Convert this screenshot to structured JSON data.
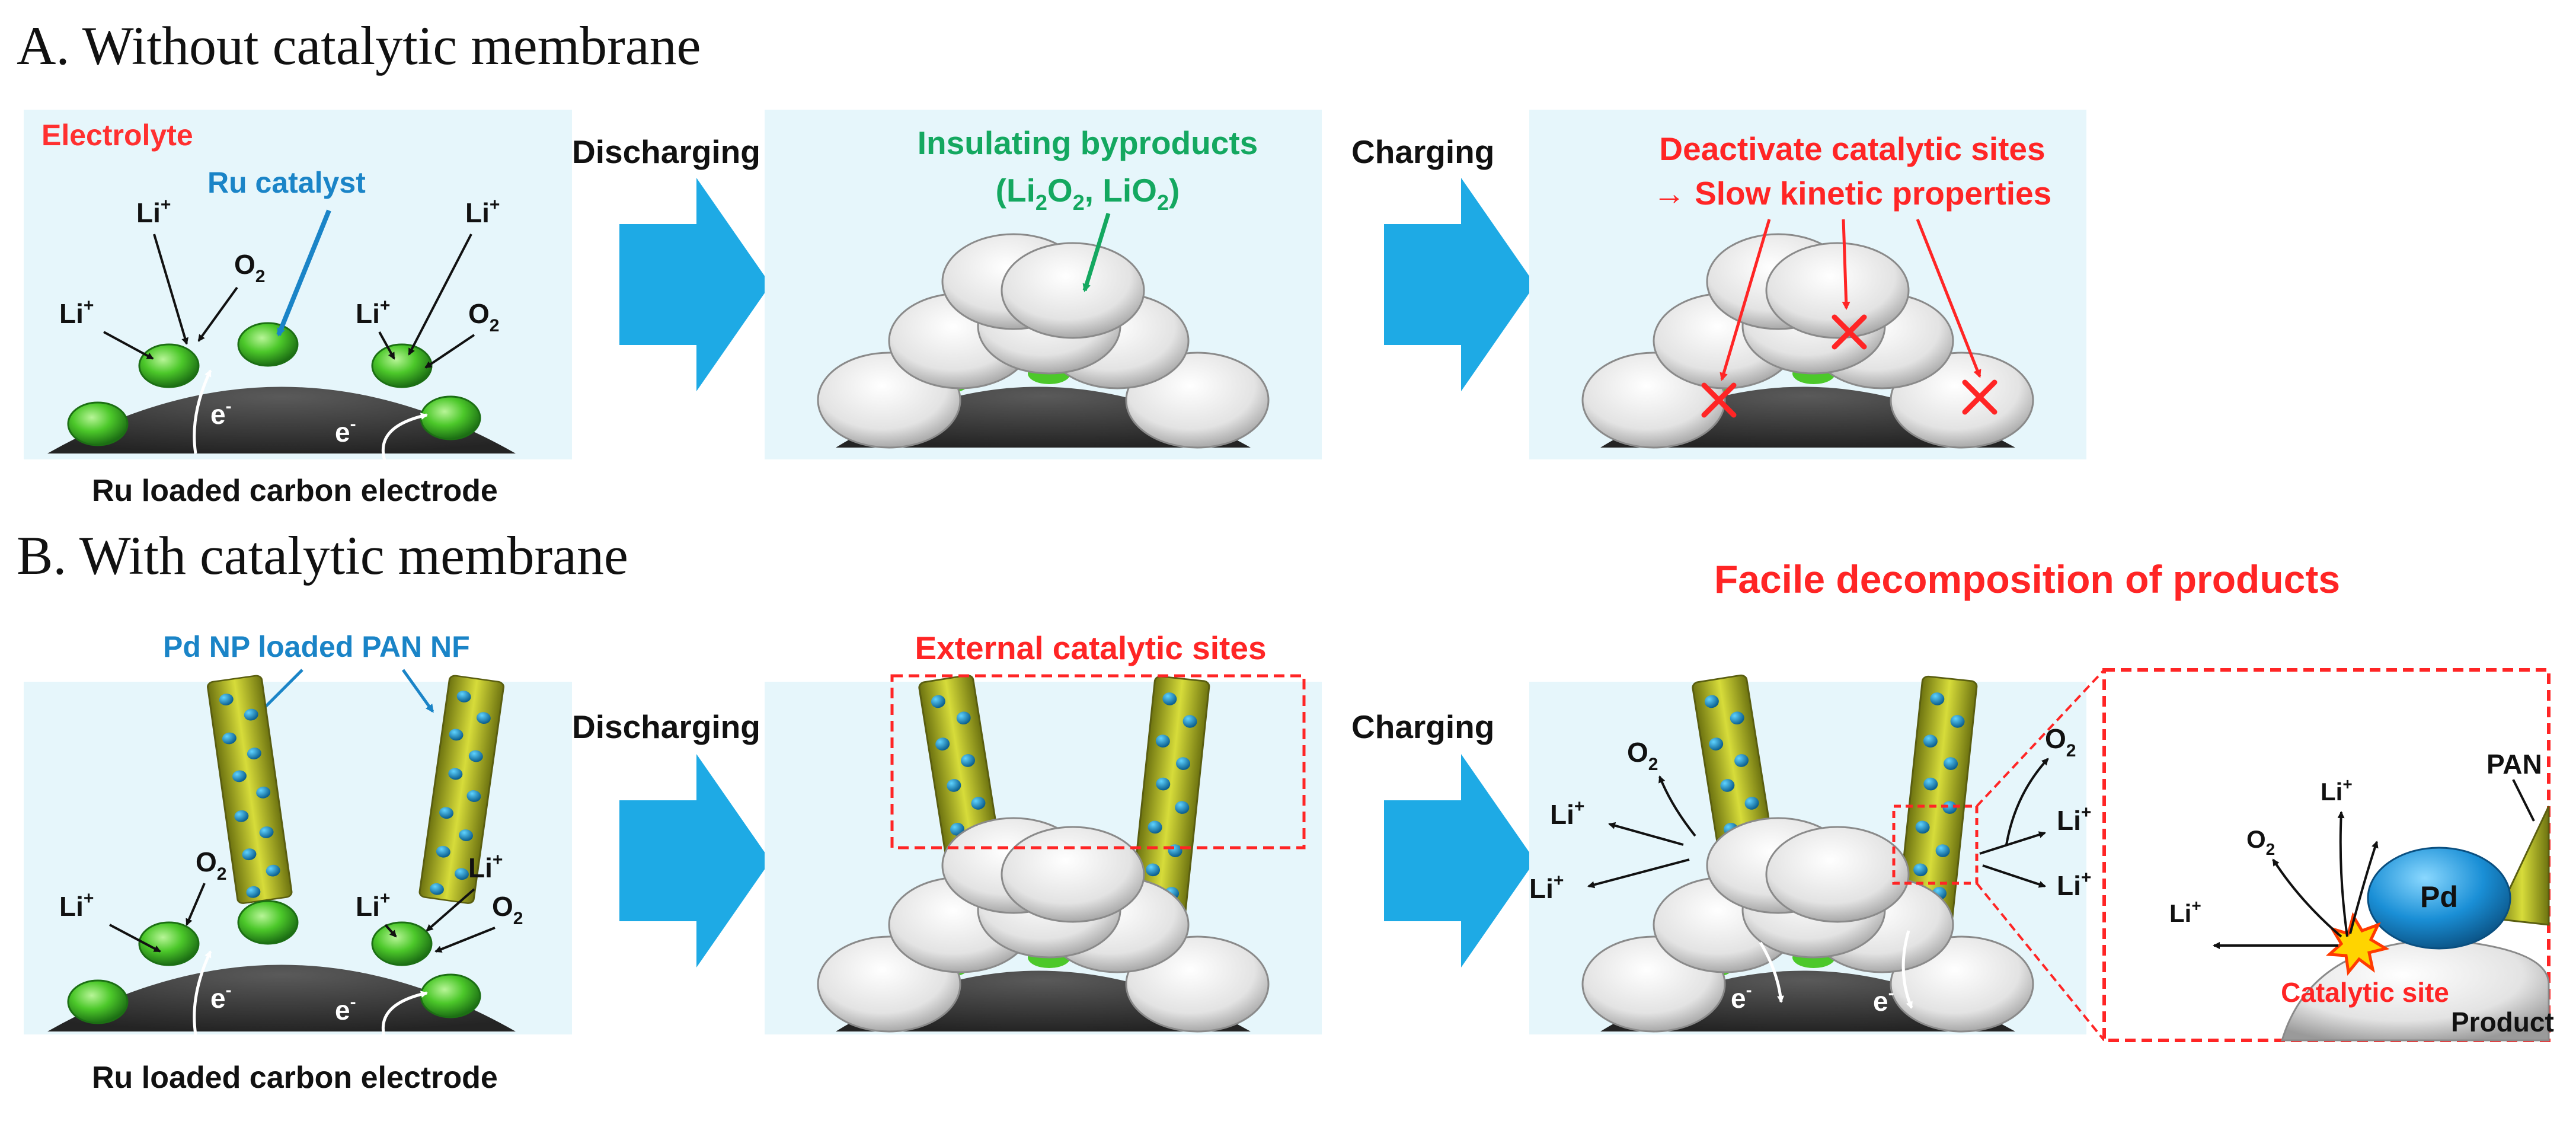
{
  "section_a": {
    "heading": "A. Without catalytic membrane",
    "panel1": {
      "electrolyte": "Electrolyte",
      "ru_catalyst": "Ru catalyst",
      "li": "Li",
      "li_sup": "+",
      "o2_o": "O",
      "o2_sub": "2",
      "e": "e",
      "e_sup": "-",
      "caption": "Ru loaded carbon electrode"
    },
    "step1": "Discharging",
    "panel2": {
      "label_line1": "Insulating byproducts",
      "label_line2_pre": "(Li",
      "label_line2_sub1": "2",
      "label_line2_mid": "O",
      "label_line2_sub2": "2",
      "label_line2_post": ", LiO",
      "label_line2_sub3": "2",
      "label_line2_end": ")"
    },
    "step2": "Charging",
    "panel3": {
      "label_line1": "Deactivate catalytic sites",
      "label_line2": "→ Slow kinetic properties"
    }
  },
  "section_b": {
    "heading": "B. With catalytic membrane",
    "panel1": {
      "nf_label": "Pd NP loaded PAN NF",
      "caption": "Ru loaded carbon electrode"
    },
    "step1": "Discharging",
    "panel2": {
      "label": "External catalytic sites"
    },
    "step2": "Charging",
    "panel3": {
      "title": "Facile decomposition of products",
      "inset_pd": "Pd",
      "inset_pan": "PAN",
      "inset_site": "Catalytic site",
      "inset_product": "Product"
    }
  },
  "colors": {
    "panel_bg": "#e6f6fb",
    "arrow_blue": "#1eaae5",
    "electrolyte_red": "#ff3030",
    "catalyst_blue": "#1a84c7",
    "byproduct_green": "#14a860",
    "warning_red": "#ff2525",
    "electrode": "#3a3a3a",
    "ru_green": "#4cc82a",
    "fiber_yellow": "#bcc21e",
    "pd_blue": "#1a8fd6"
  }
}
